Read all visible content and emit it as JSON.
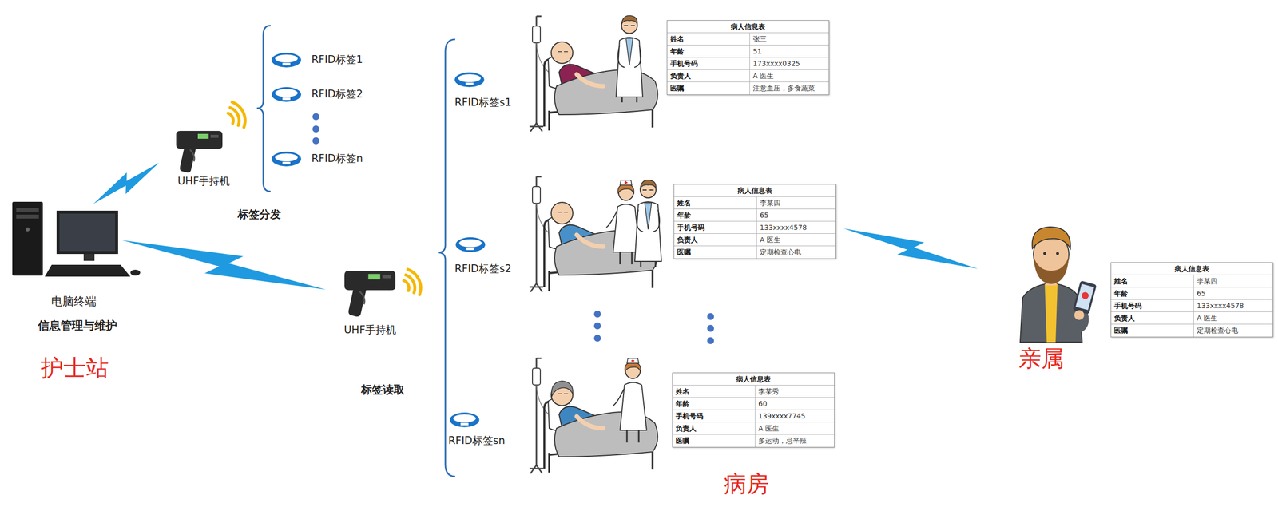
{
  "diagram": {
    "nodes": [
      {
        "text": [
          "病人信息表",
          "姓名",
          "张三",
          "年龄",
          "51",
          "手机号码",
          "173xxxx0325",
          "负责人",
          "A 医生",
          "医嘱",
          "注意血压，多食蔬菜"
        ]
      },
      {
        "text": [
          "病人信息表",
          "姓名",
          "李某四",
          "年龄",
          "65",
          "手机号码",
          "133xxxx4578",
          "负责人",
          "A 医生",
          "医嘱",
          "定期检查心电"
        ]
      },
      {
        "text": [
          "病人信息表",
          "姓名",
          "李某秀",
          "年龄",
          "60",
          "手机号码",
          "139xxxx7745",
          "负责人",
          "A 医生",
          "医嘱",
          "多运动，忌辛辣"
        ]
      },
      {
        "text": [
          "病人信息表",
          "姓名",
          "李某四",
          "年龄",
          "65",
          "手机号码",
          "133xxxx4578",
          "负责人",
          "A 医生",
          "医嘱",
          "定期检查心电"
        ]
      }
    ],
    "labels": [
      "电脑终端",
      "信息管理与维护",
      "护士站",
      "UHF手持机",
      "RFID标签1",
      "RFID标签2",
      "RFID标签n",
      "标签分发",
      "UHF手持机",
      "标签读取",
      "RFID标签s1",
      "RFID标签s2",
      "RFID标签sn",
      "病房",
      "亲属"
    ]
  }
}
